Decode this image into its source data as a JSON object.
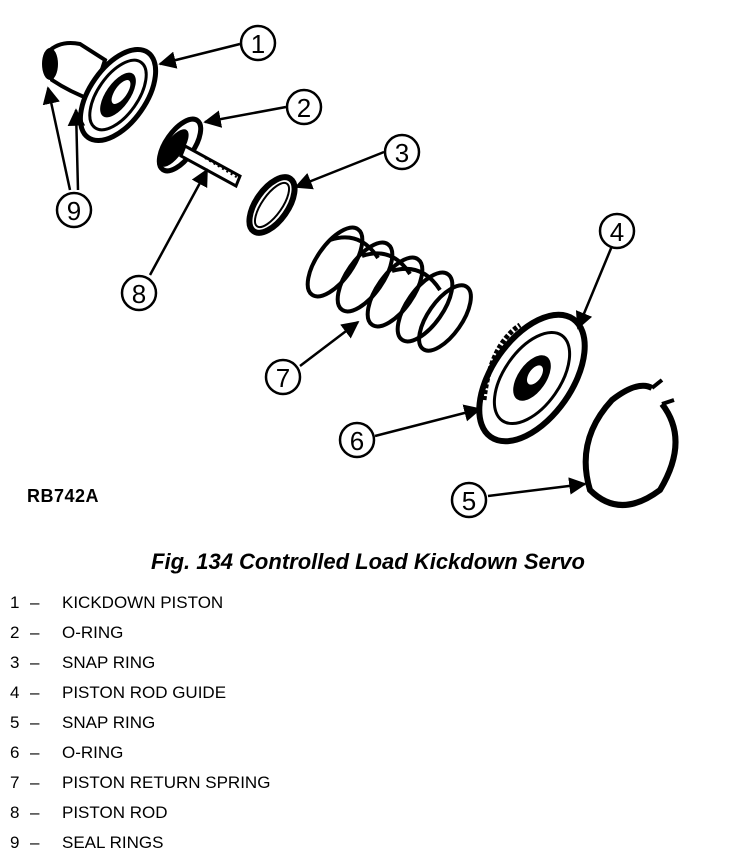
{
  "figure_code": "RB742A",
  "caption": "Fig. 134 Controlled Load Kickdown Servo",
  "callouts": [
    "1",
    "2",
    "3",
    "4",
    "5",
    "6",
    "7",
    "8",
    "9"
  ],
  "legend": [
    {
      "num": "1",
      "dash": "–",
      "label": "KICKDOWN PISTON"
    },
    {
      "num": "2",
      "dash": "–",
      "label": "O-RING"
    },
    {
      "num": "3",
      "dash": "–",
      "label": "SNAP RING"
    },
    {
      "num": "4",
      "dash": "–",
      "label": "PISTON ROD GUIDE"
    },
    {
      "num": "5",
      "dash": "–",
      "label": "SNAP RING"
    },
    {
      "num": "6",
      "dash": "–",
      "label": "O-RING"
    },
    {
      "num": "7",
      "dash": "–",
      "label": "PISTON RETURN SPRING"
    },
    {
      "num": "8",
      "dash": "–",
      "label": "PISTON ROD"
    },
    {
      "num": "9",
      "dash": "–",
      "label": "SEAL RINGS"
    }
  ]
}
